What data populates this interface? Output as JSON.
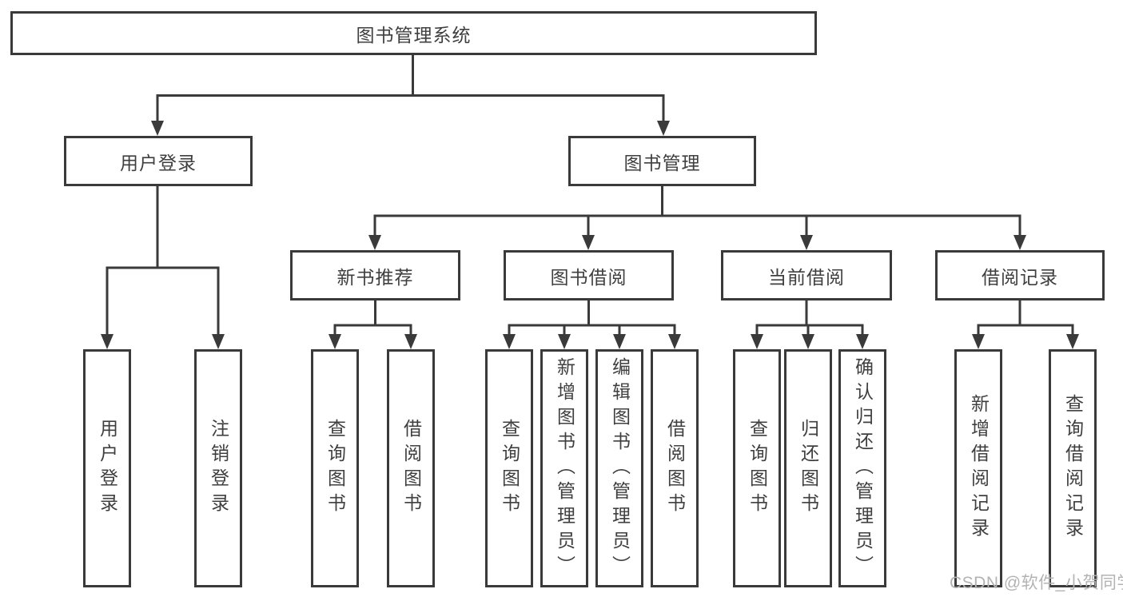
{
  "diagram": {
    "root": {
      "label": "图书管理系统"
    },
    "branches": [
      {
        "label": "用户登录",
        "leaves": [
          {
            "label": "用户登录"
          },
          {
            "label": "注销登录"
          }
        ]
      },
      {
        "label": "图书管理",
        "sections": [
          {
            "label": "新书推荐",
            "leaves": [
              {
                "label": "查询图书"
              },
              {
                "label": "借阅图书"
              }
            ]
          },
          {
            "label": "图书借阅",
            "leaves": [
              {
                "label": "查询图书"
              },
              {
                "label": "新增图书（管理员）"
              },
              {
                "label": "编辑图书（管理员）"
              },
              {
                "label": "借阅图书"
              }
            ]
          },
          {
            "label": "当前借阅",
            "leaves": [
              {
                "label": "查询图书"
              },
              {
                "label": "归还图书"
              },
              {
                "label": "确认归还（管理员）"
              }
            ]
          },
          {
            "label": "借阅记录",
            "leaves": [
              {
                "label": "新增借阅记录"
              },
              {
                "label": "查询借阅记录"
              }
            ]
          }
        ]
      }
    ]
  },
  "watermark": {
    "text": "CSDN @软件_小贺同学"
  },
  "colors": {
    "line": "#3a3a3a",
    "text": "#3f3f3f",
    "background": "#ffffff",
    "watermark": "#b3b3b3"
  }
}
